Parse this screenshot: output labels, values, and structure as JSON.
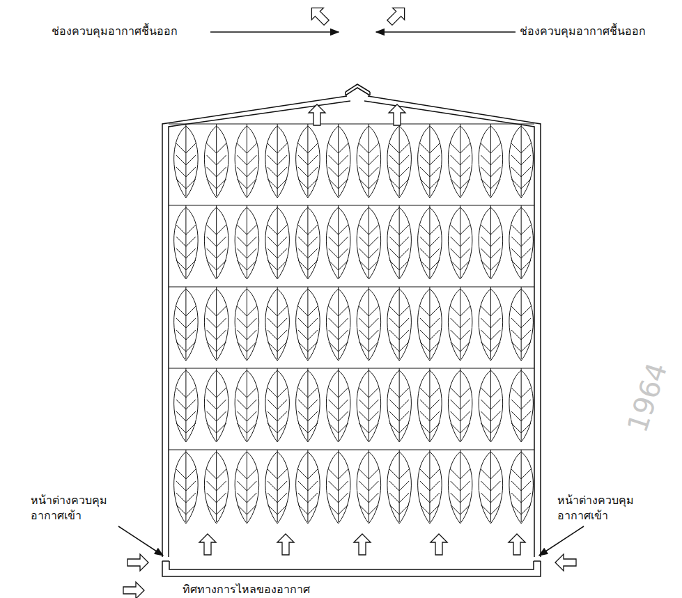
{
  "diagram": {
    "labels": [
      "ช่องควบคุมอากาศชื้นออก",
      "ช่องควบคุมอากาศชื้นออก",
      "หน้าต่างควบคุม อากาศเข้า",
      "หน้าต่างควบคุม อากาศเข้า",
      "1964"
    ],
    "legend": [
      {
        "text": "ทิศทางการไหลของอากาศ"
      }
    ]
  }
}
